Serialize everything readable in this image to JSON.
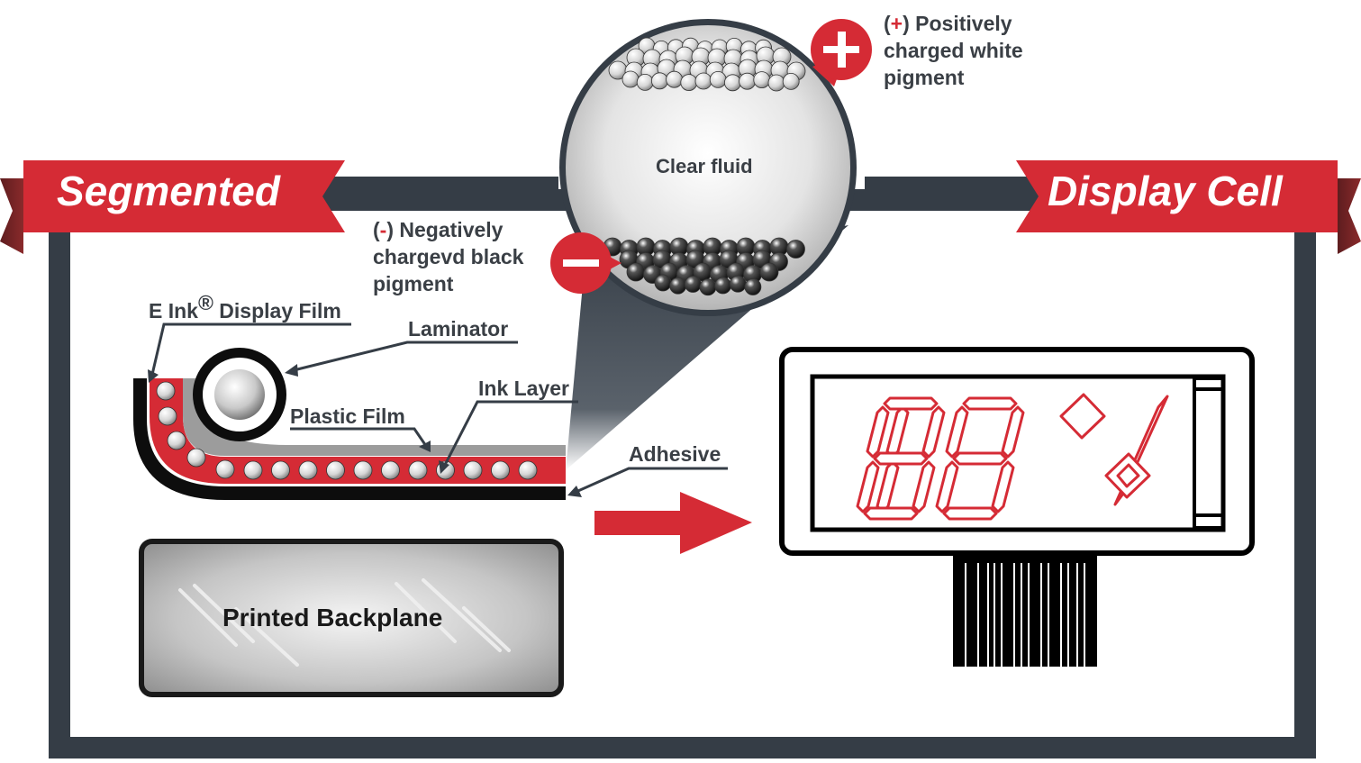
{
  "banners": {
    "left": "Segmented",
    "right": "Display Cell"
  },
  "labels": {
    "positive_sign": "(+)",
    "positive_1": "Positively",
    "positive_2": "charged white",
    "positive_3": "pigment",
    "negative_sign": "(-)",
    "negative_1": "Negatively",
    "negative_2": "chargevd black",
    "negative_3": "pigment",
    "clear_fluid": "Clear fluid",
    "eink_film_pre": "E Ink",
    "eink_film_reg": "®",
    "eink_film_post": " Display Film",
    "laminator": "Laminator",
    "plastic_film": "Plastic Film",
    "ink_layer": "Ink Layer",
    "adhesive": "Adhesive",
    "printed_backplane": "Printed Backplane"
  },
  "display": {
    "digits": "188",
    "symbol": "%"
  },
  "colors": {
    "frame": "#353d46",
    "accent_red": "#d52b35",
    "dark_red": "#8a2a2b",
    "label_text": "#3a3f45",
    "white": "#ffffff"
  },
  "icons": {
    "plus": "plus-icon",
    "minus": "minus-icon",
    "arrow": "right-arrow-icon"
  }
}
